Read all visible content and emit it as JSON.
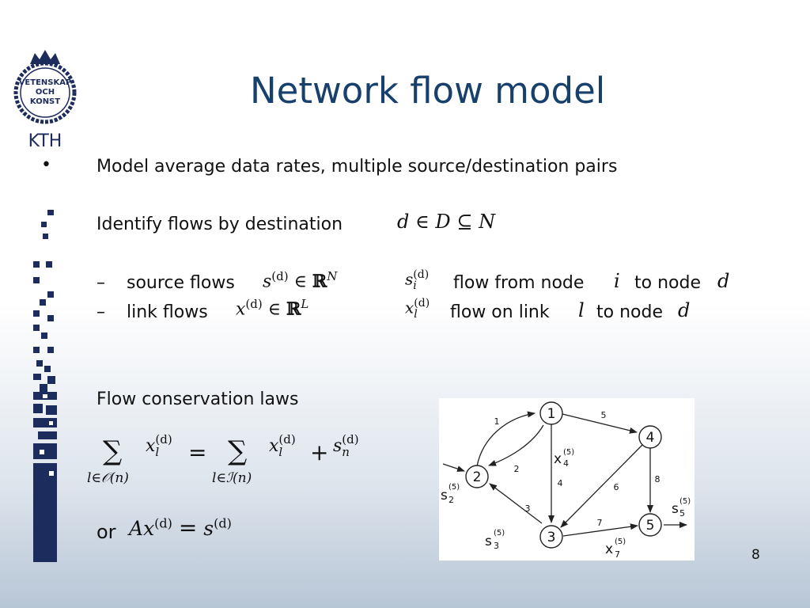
{
  "title": "Network flow model",
  "page_number": "8",
  "logo": {
    "text_line1": "VETENSKAP",
    "text_line2": "OCH",
    "text_line3": "KONST",
    "wordmark": "KTH",
    "color": "#1c2c5c"
  },
  "bullet_symbol": "•",
  "lines": {
    "line1": "Model average data rates, multiple source/destination pairs",
    "line2": "Identify flows by destination",
    "dash": "–",
    "source_flows": "source flows",
    "link_flows": "link flows",
    "flow_from_node": "flow from node",
    "flow_on_link": "flow on link",
    "to_node": "to node",
    "flow_conservation": "Flow conservation laws",
    "or": "or"
  },
  "math": {
    "d": "d",
    "in": "∈",
    "calD": "D",
    "subseteq": "⊆",
    "calN": "N",
    "s": "s",
    "x": "x",
    "superd": "(d)",
    "R": "ℝ",
    "N": "N",
    "L": "L",
    "i": "i",
    "l": "l",
    "n": "n",
    "sum": "∑",
    "eq": "=",
    "plus": "+",
    "sumO": "l∈𝒪(n)",
    "sumI": "l∈ℐ(n)",
    "A": "A"
  },
  "graph": {
    "nodes": [
      "1",
      "2",
      "3",
      "4",
      "5"
    ],
    "edge_labels": [
      "1",
      "2",
      "3",
      "4",
      "5",
      "6",
      "7",
      "8"
    ],
    "var_x4": "x",
    "var_x4_sub": "4",
    "var_x7": "x",
    "var_x7_sub": "7",
    "var_s2": "s",
    "var_s2_sub": "2",
    "var_s3": "s",
    "var_s3_sub": "3",
    "var_s5": "s",
    "var_s5_sub": "5",
    "sup5": "(5)"
  }
}
